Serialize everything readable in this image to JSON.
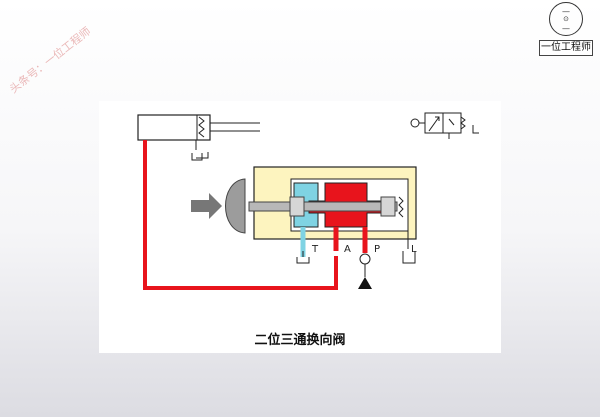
{
  "watermark": "头条号：一位工程师",
  "logo": {
    "caption": "一位工程师"
  },
  "diagram": {
    "title": "二位三通换向阀",
    "ports": {
      "t": "T",
      "a": "A",
      "p": "P",
      "l": "L"
    },
    "colors": {
      "pressure": "#e8141c",
      "tank": "#7fd3e3",
      "body": "#fdf4bf",
      "arrow": "#777777"
    }
  }
}
